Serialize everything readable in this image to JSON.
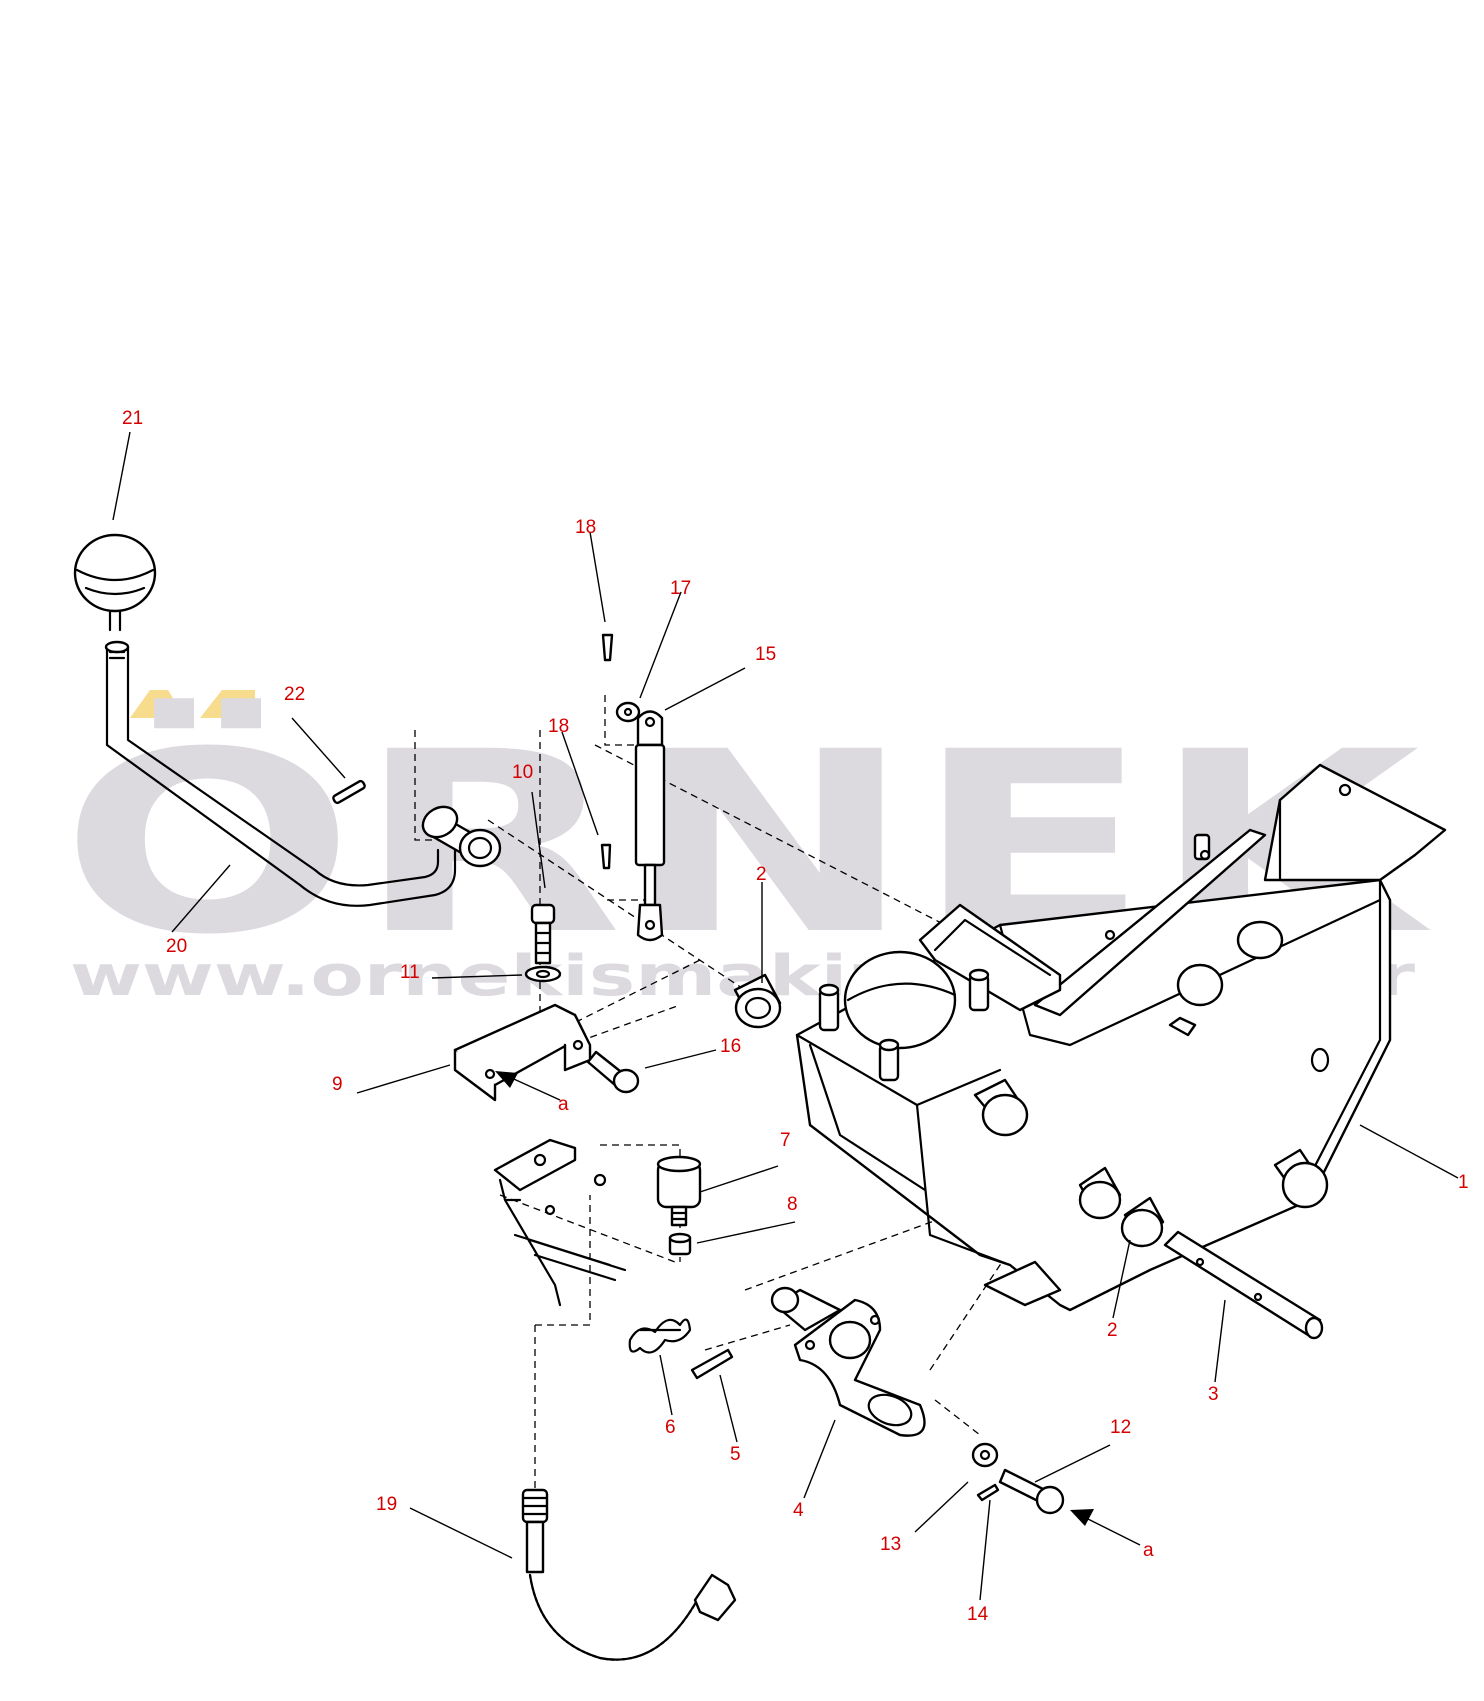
{
  "watermark": {
    "brand": "ÖRNEK",
    "url": "www.orneki̇smaki̇nalari.com.tr",
    "colors": {
      "text": "#dcd9df",
      "umlaut": "#f6dc8c"
    }
  },
  "colors": {
    "label": "#d40000",
    "line": "#000000"
  },
  "callouts": [
    {
      "id": "1",
      "text": "1"
    },
    {
      "id": "2a",
      "text": "2"
    },
    {
      "id": "2b",
      "text": "2"
    },
    {
      "id": "3",
      "text": "3"
    },
    {
      "id": "4",
      "text": "4"
    },
    {
      "id": "5",
      "text": "5"
    },
    {
      "id": "6",
      "text": "6"
    },
    {
      "id": "7",
      "text": "7"
    },
    {
      "id": "8",
      "text": "8"
    },
    {
      "id": "9",
      "text": "9"
    },
    {
      "id": "10",
      "text": "10"
    },
    {
      "id": "11",
      "text": "11"
    },
    {
      "id": "12",
      "text": "12"
    },
    {
      "id": "13",
      "text": "13"
    },
    {
      "id": "14",
      "text": "14"
    },
    {
      "id": "15",
      "text": "15"
    },
    {
      "id": "16",
      "text": "16"
    },
    {
      "id": "17",
      "text": "17"
    },
    {
      "id": "18a",
      "text": "18"
    },
    {
      "id": "18b",
      "text": "18"
    },
    {
      "id": "19",
      "text": "19"
    },
    {
      "id": "20",
      "text": "20"
    },
    {
      "id": "21",
      "text": "21"
    },
    {
      "id": "22",
      "text": "22"
    },
    {
      "id": "aa",
      "text": "a"
    },
    {
      "id": "ab",
      "text": "a"
    }
  ]
}
